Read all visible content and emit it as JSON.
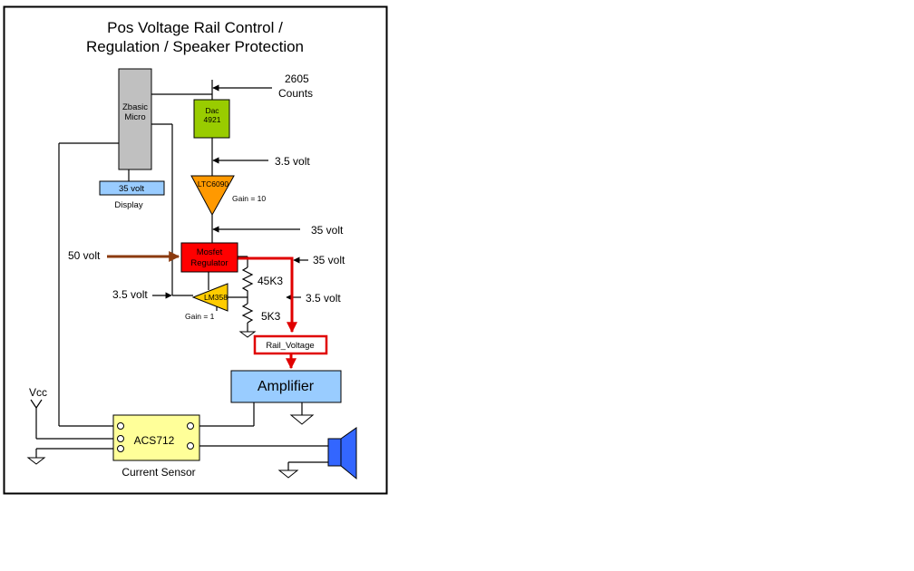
{
  "title": {
    "line1": "Pos Voltage Rail Control /",
    "line2": "Regulation / Speaker Protection"
  },
  "blocks": {
    "micro": {
      "line1": "Zbasic",
      "line2": "Micro"
    },
    "display": {
      "value": "35 volt",
      "caption": "Display"
    },
    "dac": {
      "line1": "Dac",
      "line2": "4921"
    },
    "opamp_ltc": {
      "label": "LTC6090",
      "gain": "Gain =  10"
    },
    "mosfet": {
      "line1": "Mosfet",
      "line2": "Regulator"
    },
    "opamp_lm": {
      "label": "LM358",
      "gain": "Gain = 1"
    },
    "rail_voltage": "Rail_Voltage",
    "amplifier": "Amplifier",
    "sensor": {
      "label": "ACS712",
      "caption": "Current Sensor"
    }
  },
  "signals": {
    "counts_value": "2605",
    "counts_unit": "Counts",
    "dac_out": "3.5 volt",
    "ltc_out": "35 volt",
    "input_rail": "50 volt",
    "mosfet_out": "35 volt",
    "fb_ref": "3.5 volt",
    "lm_out": "3.5 volt",
    "vcc": "Vcc"
  },
  "resistors": {
    "top": "45K3",
    "bottom": "5K3"
  },
  "colors": {
    "micro": "#c0c0c0",
    "dac": "#99cc00",
    "ltc": "#ff9900",
    "mosfet": "#ff0000",
    "lm358": "#ffcc00",
    "display": "#99ccff",
    "amplifier": "#99ccff",
    "sensor": "#ffff99",
    "speaker": "#3366ff",
    "power_wire": "#8b3a0e",
    "rail_wire": "#e00000"
  }
}
